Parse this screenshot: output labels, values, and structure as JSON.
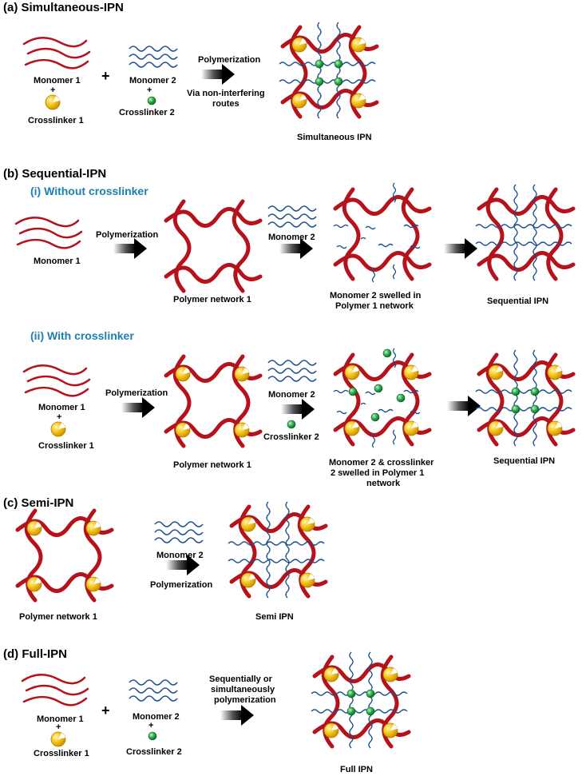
{
  "sections": {
    "a": {
      "title": "(a) Simultaneous-IPN",
      "monomer1": "Monomer 1",
      "crosslinker1": "Crosslinker 1",
      "monomer2": "Monomer 2",
      "crosslinker2": "Crosslinker 2",
      "plus": "+",
      "small_plus": "+",
      "arrow_top": "Polymerization",
      "arrow_bottom_1": "Via non-interfering",
      "arrow_bottom_2": "routes",
      "result": "Simultaneous IPN"
    },
    "b": {
      "title": "(b) Sequential-IPN",
      "i": {
        "subtitle": "(i) Without crosslinker",
        "monomer1": "Monomer 1",
        "arrow1": "Polymerization",
        "network": "Polymer network 1",
        "monomer2": "Monomer 2",
        "swelled_1": "Monomer 2 swelled in",
        "swelled_2": "Polymer 1 network",
        "result": "Sequential IPN"
      },
      "ii": {
        "subtitle": "(ii) With crosslinker",
        "monomer1": "Monomer 1",
        "small_plus": "+",
        "crosslinker1": "Crosslinker 1",
        "arrow1": "Polymerization",
        "network": "Polymer network 1",
        "monomer2": "Monomer 2",
        "small_plus2": "+",
        "crosslinker2": "Crosslinker 2",
        "swelled_1": "Monomer 2 & crosslinker",
        "swelled_2": "2 swelled in Polymer 1",
        "swelled_3": "network",
        "result": "Sequential IPN"
      }
    },
    "c": {
      "title": "(c) Semi-IPN",
      "network": "Polymer network 1",
      "monomer2": "Monomer 2",
      "arrow": "Polymerization",
      "result": "Semi IPN"
    },
    "d": {
      "title": "(d) Full-IPN",
      "monomer1": "Monomer 1",
      "small_plus": "+",
      "crosslinker1": "Crosslinker 1",
      "plus": "+",
      "monomer2": "Monomer 2",
      "small_plus2": "+",
      "crosslinker2": "Crosslinker 2",
      "arrow_1": "Sequentially or",
      "arrow_2": "simultaneously",
      "arrow_3": "polymerization",
      "result": "Full IPN"
    }
  },
  "colors": {
    "polymer_red": "#b5121b",
    "monomer_blue": "#1a4f8a",
    "crosslinker_yellow": "#f5c518",
    "crosslinker_green": "#1c8c3a",
    "subtitle_blue": "#1b7fb0"
  }
}
